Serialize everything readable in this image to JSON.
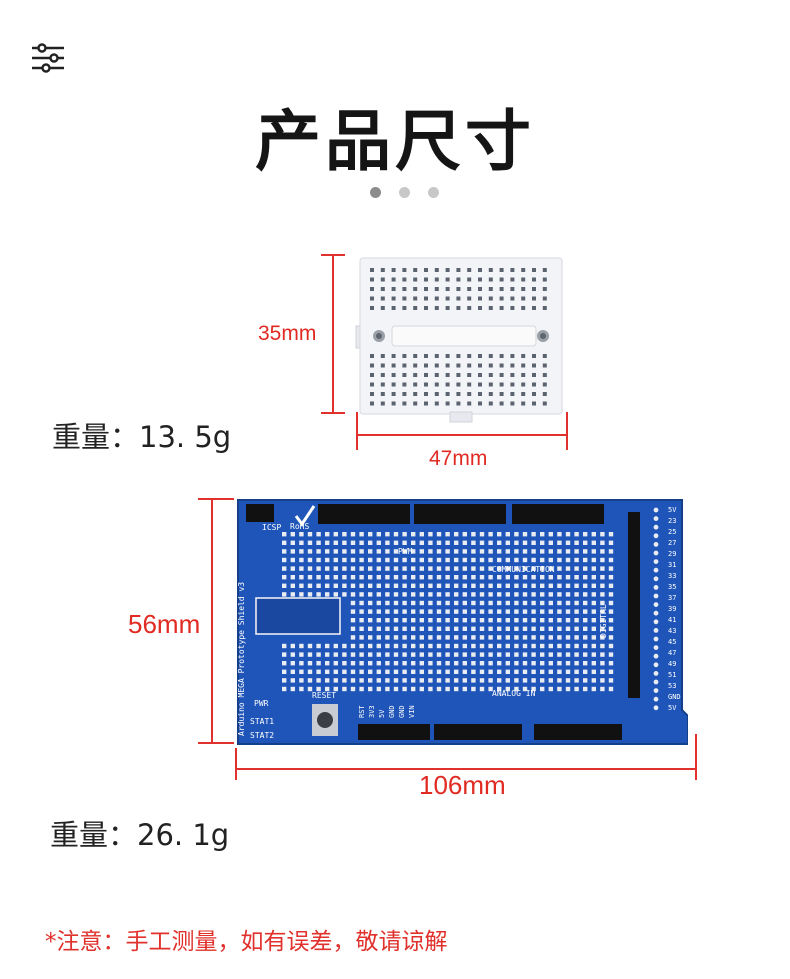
{
  "header": {
    "filter_icon": "sliders-icon"
  },
  "title": "产品尺寸",
  "carousel": {
    "dots": 3,
    "active": 0
  },
  "breadboard": {
    "height_label": "35mm",
    "width_label": "47mm",
    "weight": "重量：13. 5g"
  },
  "shield": {
    "height_label": "56mm",
    "width_label": "106mm",
    "weight": "重量：26. 1g",
    "labels": {
      "icsp": "ICSP",
      "rohs": "RoHS",
      "pwm": "PWM",
      "communication": "COMMUNICATION",
      "analog": "ANALOG IN",
      "digital": "DIGITAL",
      "reset": "RESET",
      "side_text": "Arduino MEGA Prototype Shield v3",
      "pwr": "PWR",
      "stat1": "STAT1",
      "stat2": "STAT2",
      "power_pins": [
        "RST",
        "3V3",
        "5V",
        "GND",
        "GND",
        "VIN"
      ],
      "right_numbers": [
        "5V",
        "23",
        "25",
        "27",
        "29",
        "31",
        "33",
        "35",
        "37",
        "39",
        "41",
        "43",
        "45",
        "47",
        "49",
        "51",
        "53",
        "GND",
        "5V"
      ]
    }
  },
  "colors": {
    "accent_red": "#e0312c",
    "pcb_blue": "#1f55b8"
  },
  "notice": "*注意：手工测量，如有误差，敬请谅解"
}
